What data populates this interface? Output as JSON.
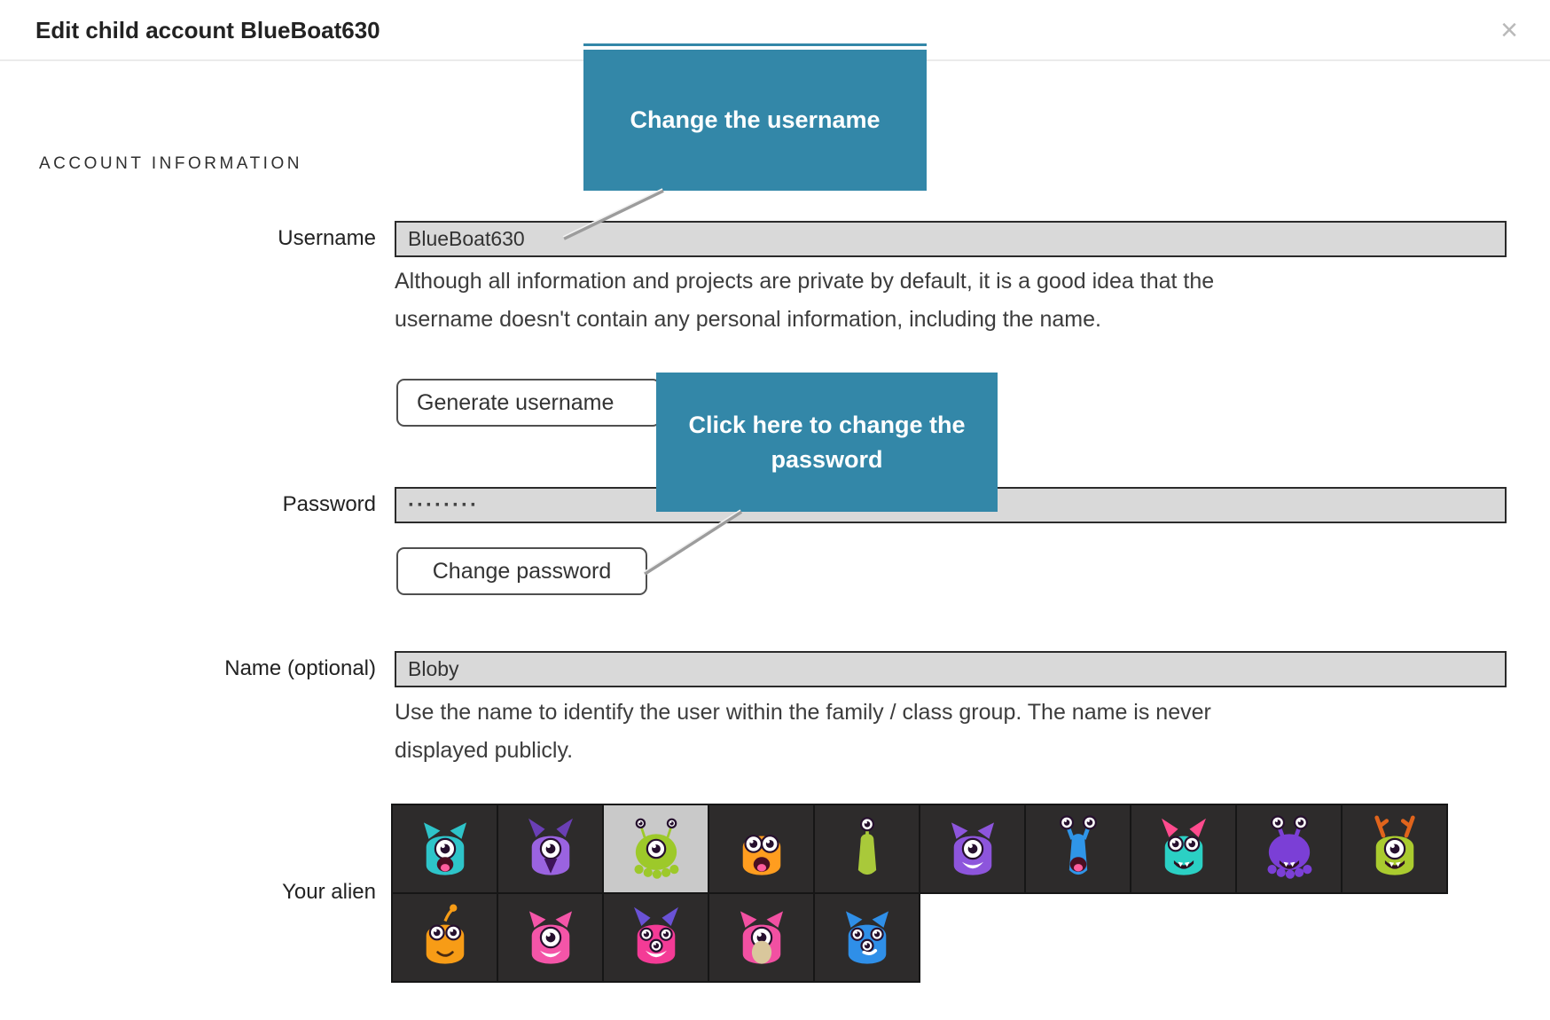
{
  "header": {
    "title": "Edit child account BlueBoat630",
    "close_glyph": "×"
  },
  "section": {
    "heading": "ACCOUNT INFORMATION"
  },
  "username": {
    "label": "Username",
    "value": "BlueBoat630",
    "help_line1": "Although all information and projects are private by default, it is a good idea that the",
    "help_line2": "username doesn't contain any personal information, including the name.",
    "generate_button": "Generate username"
  },
  "password": {
    "label": "Password",
    "value": "········",
    "change_button": "Change password"
  },
  "name": {
    "label": "Name (optional)",
    "value": "Bloby",
    "help_line1": "Use the name to identify the user within the family / class group. The name is never",
    "help_line2": "displayed publicly."
  },
  "tooltips": [
    {
      "text": "Change the username",
      "bg": "#3387a8"
    },
    {
      "text": "Click here to change the password",
      "bg": "#3387a8"
    }
  ],
  "alien": {
    "label": "Your alien",
    "selected_index": 2,
    "items": [
      {
        "name": "teal-one-eyed-monster",
        "body": "#2ec4c9",
        "ears": true,
        "eyes": 1,
        "mouth": "tongue"
      },
      {
        "name": "purple-horned-monster",
        "body": "#9a63e0",
        "horns": "#6a3fb5",
        "eyes": 1,
        "mouth": "open"
      },
      {
        "name": "green-tentacled-alien",
        "body": "#9dc92a",
        "antennae": true,
        "eyes": 1,
        "style": "octopus",
        "mouth": "none",
        "selected": true
      },
      {
        "name": "orange-surprised-monster",
        "body": "#ff9d1f",
        "eyes": 2,
        "bigEyes": true,
        "mouth": "tongue"
      },
      {
        "name": "green-slim-alien",
        "body": "#a9c93a",
        "topStalk": true,
        "eyes": 0,
        "style": "slim",
        "mouth": "none"
      },
      {
        "name": "purple-big-eye-monster",
        "body": "#8d55dc",
        "ears": true,
        "eyes": 1,
        "mouth": "smileW"
      },
      {
        "name": "blue-slug-alien",
        "body": "#2f95e8",
        "stalks": true,
        "eyes": 0,
        "style": "slim",
        "mouth": "tongue"
      },
      {
        "name": "teal-horned-monster",
        "body": "#2bd0c4",
        "horns": "#ff4b8e",
        "eyes": 2,
        "mouth": "teeth"
      },
      {
        "name": "purple-octopus-alien",
        "body": "#7b3fd6",
        "stalks": true,
        "eyes": 0,
        "style": "octopus",
        "mouth": "teeth"
      },
      {
        "name": "green-antlered-alien",
        "body": "#aacb2f",
        "antlers": "#e0641c",
        "eyes": 1,
        "mouth": "teeth"
      },
      {
        "name": "orange-furry-monster",
        "body": "#f79c16",
        "eyes": 2,
        "antenna": true,
        "mouth": "smile"
      },
      {
        "name": "pink-eared-monster",
        "body": "#f455a8",
        "ears": true,
        "eyes": 1,
        "mouth": "smileW"
      },
      {
        "name": "pink-three-eyed-monster",
        "body": "#f43b96",
        "horns": "#6a52d6",
        "eyes": 3,
        "mouth": "smileW"
      },
      {
        "name": "pink-standing-monster",
        "body": "#f250a2",
        "ears": true,
        "eyes": 1,
        "belly": "#d9c79c",
        "mouth": "smile"
      },
      {
        "name": "blue-three-eyed-monster",
        "body": "#2f8fe8",
        "ears": true,
        "eyes": 3,
        "mouth": "smirk"
      }
    ]
  }
}
